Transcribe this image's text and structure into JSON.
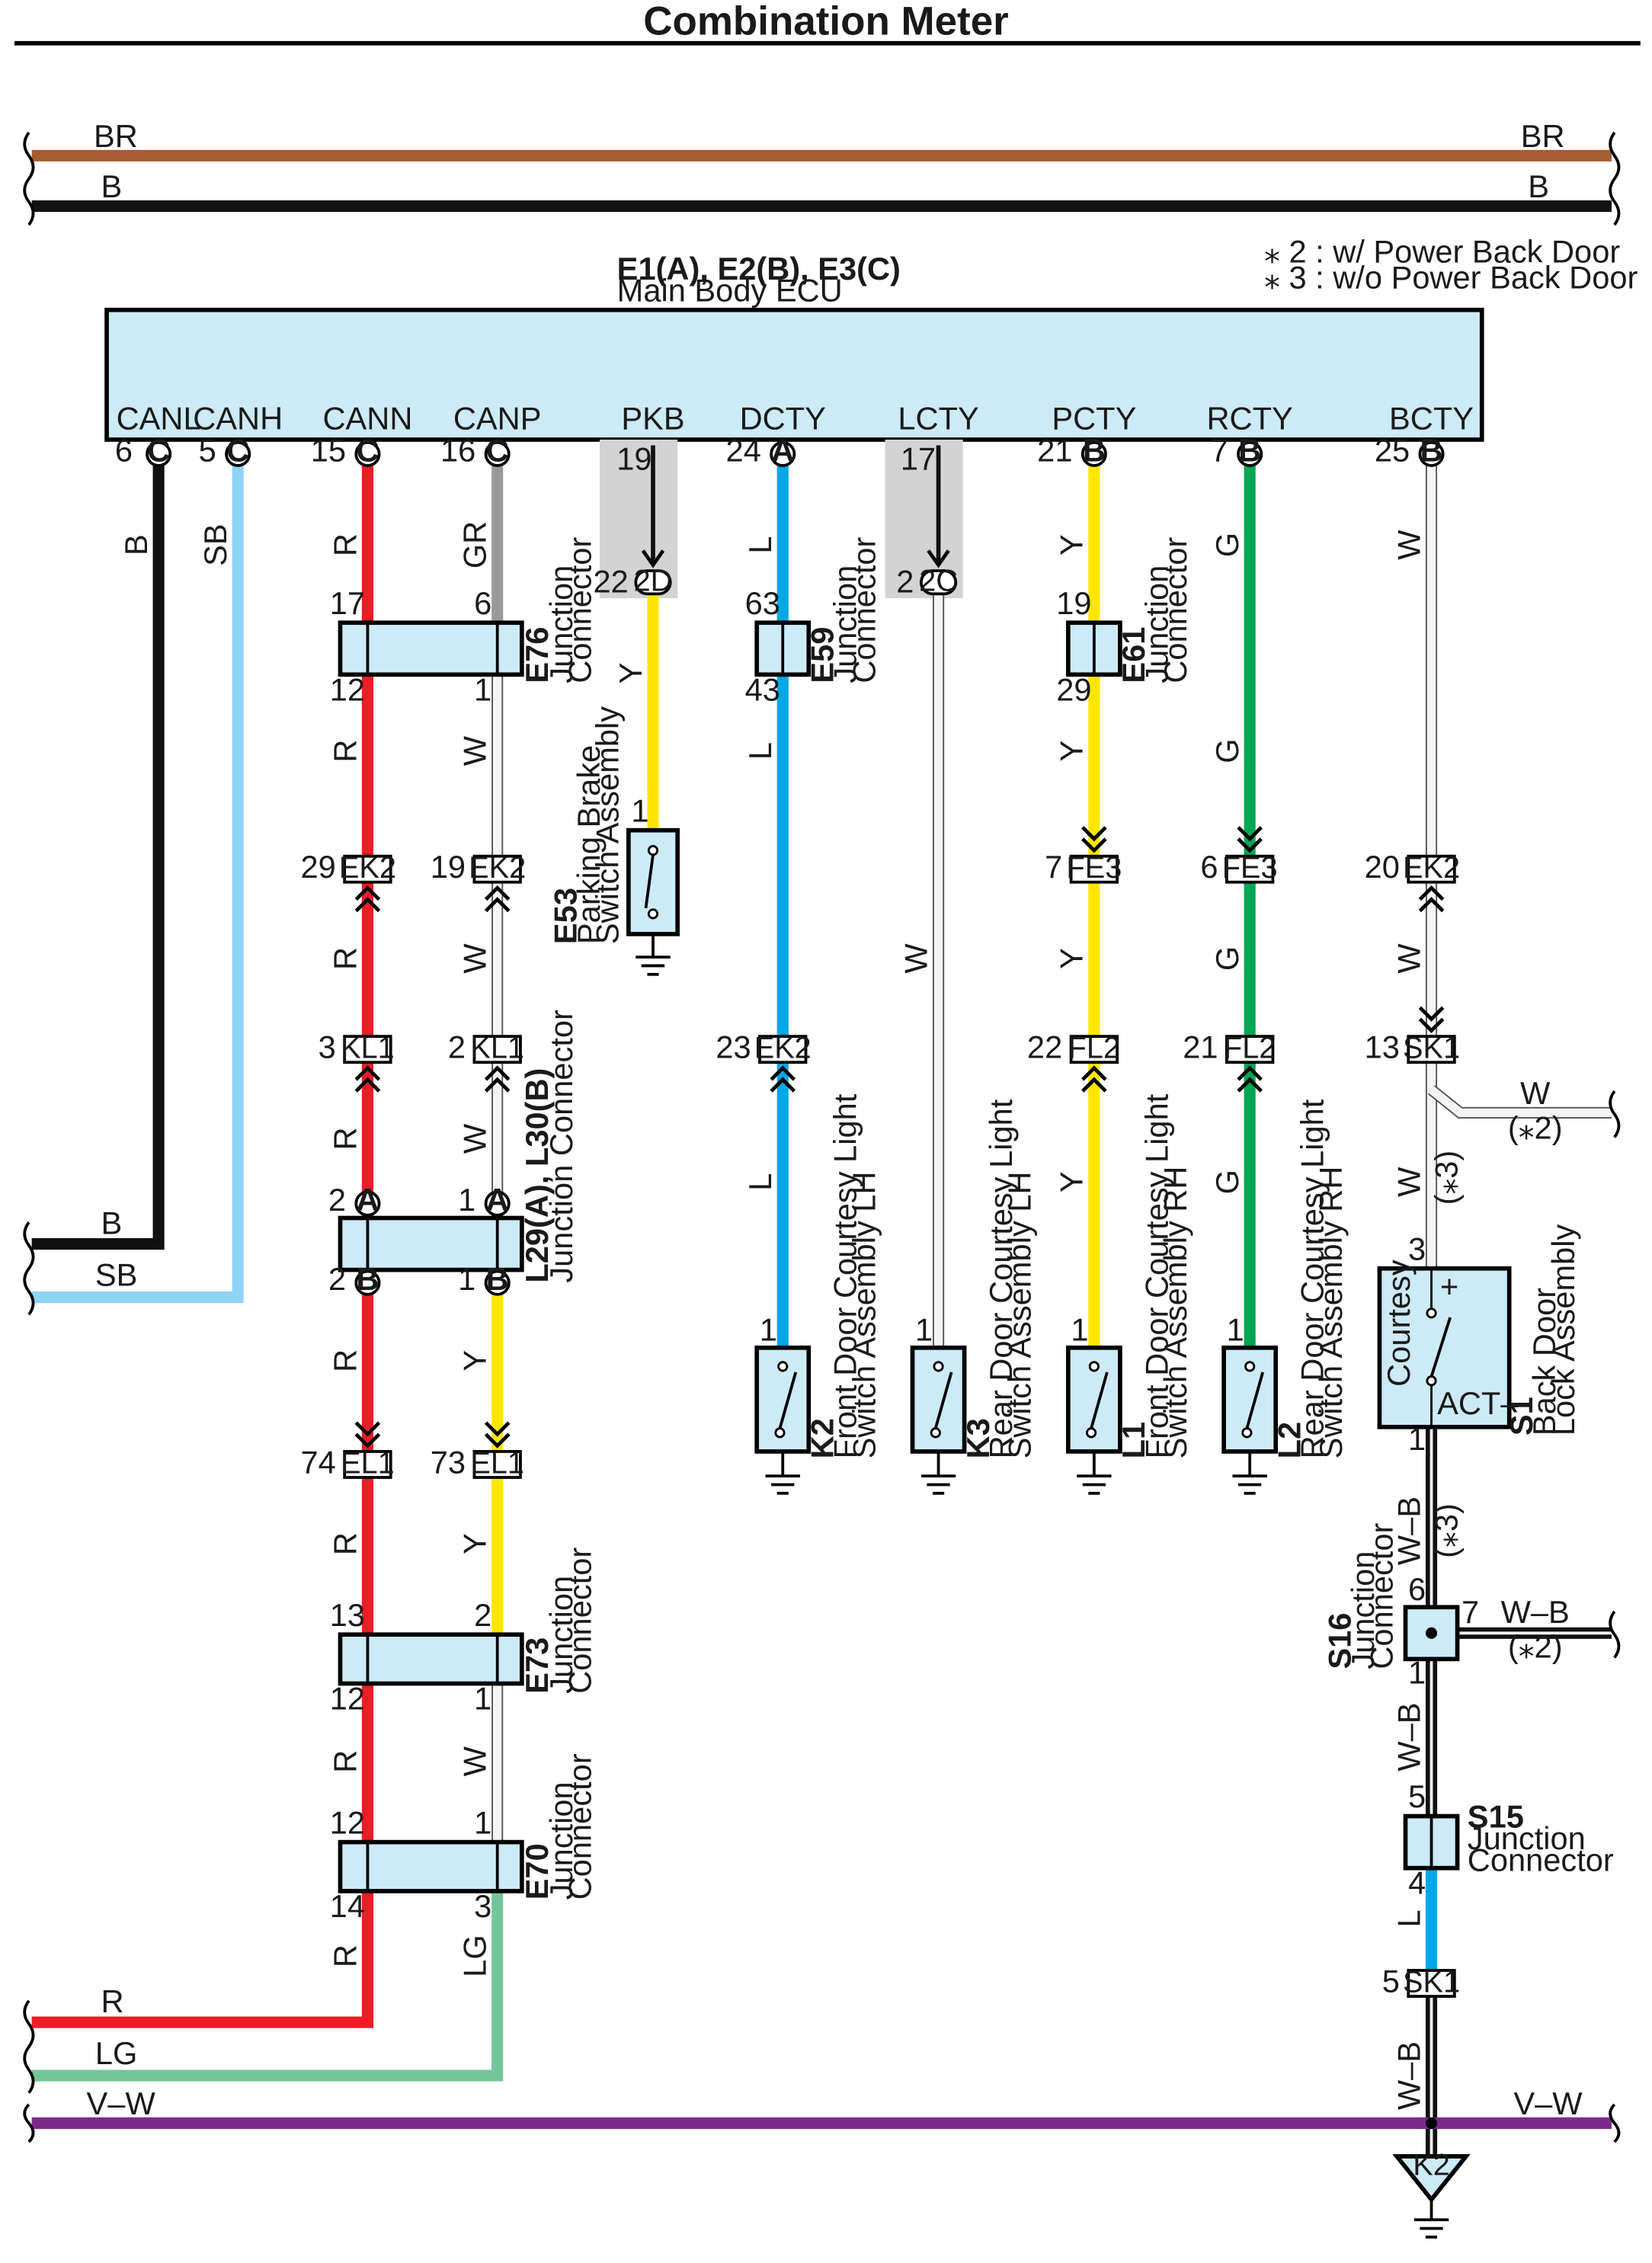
{
  "title": "Combination Meter",
  "ecu": {
    "name": "E1(A), E2(B), E3(C)",
    "desc": "Main Body ECU",
    "fill": "#cdeaf7"
  },
  "notes": [
    "⁎ 2 : w/ Power Back Door",
    "⁎ 3 : w/o Power Back Door"
  ],
  "colors": {
    "R": "#ee1c25",
    "B": "#111111",
    "SB": "#8fd3f5",
    "GR": "#9a9a9a",
    "W": "#e8e8e8",
    "Y": "#ffe600",
    "L": "#00a8e6",
    "G": "#00a651",
    "BR": "#a65c32",
    "LG": "#74c69a",
    "V-W": "#7b2a8c",
    "component_fill": "#cdeaf7",
    "shade": "#d3d3d3"
  },
  "buses": [
    {
      "label_left": "BR",
      "label_right": "BR"
    },
    {
      "label_left": "B",
      "label_right": "B"
    },
    {
      "label_left": "B"
    },
    {
      "label_left": "SB"
    },
    {
      "label_left": "R"
    },
    {
      "label_left": "LG"
    },
    {
      "label_left": "V–W",
      "label_right": "V–W"
    }
  ],
  "ecu_terminals": [
    {
      "name": "CANL",
      "pin": "6",
      "conn": "C"
    },
    {
      "name": "CANH",
      "pin": "5",
      "conn": "C"
    },
    {
      "name": "CANN",
      "pin": "15",
      "conn": "C"
    },
    {
      "name": "CANP",
      "pin": "16",
      "conn": "C"
    },
    {
      "name": "PKB",
      "pin": "19"
    },
    {
      "name": "DCTY",
      "pin": "24",
      "conn": "A"
    },
    {
      "name": "LCTY",
      "pin": "17"
    },
    {
      "name": "PCTY",
      "pin": "21",
      "conn": "B"
    },
    {
      "name": "RCTY",
      "pin": "7",
      "conn": "B"
    },
    {
      "name": "BCTY",
      "pin": "25",
      "conn": "B"
    }
  ],
  "pass_connectors": [
    {
      "ref": "2D",
      "pin": "22"
    },
    {
      "ref": "2C",
      "pin": "2"
    }
  ],
  "connectors": [
    {
      "id": "E76",
      "desc": [
        "Junction",
        "Connector"
      ],
      "pins": [
        "17",
        "6",
        "12",
        "1"
      ]
    },
    {
      "id": "E59",
      "desc": [
        "Junction",
        "Connector"
      ],
      "pins": [
        "63",
        "43"
      ]
    },
    {
      "id": "E61",
      "desc": [
        "Junction",
        "Connector"
      ],
      "pins": [
        "19",
        "29"
      ]
    },
    {
      "id": "L29(A), L30(B)",
      "desc": [
        "Junction Connector"
      ],
      "pins": [
        "2",
        "1",
        "2",
        "1"
      ],
      "conn": [
        "A",
        "A",
        "B",
        "B"
      ]
    },
    {
      "id": "E73",
      "desc": [
        "Junction",
        "Connector"
      ],
      "pins": [
        "13",
        "2",
        "12",
        "1"
      ]
    },
    {
      "id": "E70",
      "desc": [
        "Junction",
        "Connector"
      ],
      "pins": [
        "12",
        "1",
        "14",
        "3"
      ]
    },
    {
      "id": "S16",
      "desc": [
        "Junction",
        "Connector"
      ],
      "pins": [
        "6",
        "7",
        "1"
      ]
    },
    {
      "id": "S15",
      "desc": [
        "Junction",
        "Connector"
      ],
      "pins": [
        "5",
        "4"
      ]
    }
  ],
  "inline_connectors": [
    {
      "ref": "EK2",
      "pin": "29"
    },
    {
      "ref": "EK2",
      "pin": "19"
    },
    {
      "ref": "FE3",
      "pin": "7"
    },
    {
      "ref": "FE3",
      "pin": "6"
    },
    {
      "ref": "EK2",
      "pin": "20"
    },
    {
      "ref": "KL1",
      "pin": "3"
    },
    {
      "ref": "KL1",
      "pin": "2"
    },
    {
      "ref": "EK2",
      "pin": "23"
    },
    {
      "ref": "FL2",
      "pin": "22"
    },
    {
      "ref": "FL2",
      "pin": "21"
    },
    {
      "ref": "SK1",
      "pin": "13"
    },
    {
      "ref": "EL1",
      "pin": "74"
    },
    {
      "ref": "EL1",
      "pin": "73"
    },
    {
      "ref": "SK1",
      "pin": "5"
    }
  ],
  "switches": [
    {
      "id": "E53",
      "desc": [
        "Parking Brake",
        "Switch Assembly"
      ],
      "pin": "1"
    },
    {
      "id": "K2",
      "desc": [
        "Front Door Courtesy Light",
        "Switch Assembly LH"
      ],
      "pin": "1"
    },
    {
      "id": "K3",
      "desc": [
        "Rear Door Courtesy Light",
        "Switch Assembly LH"
      ],
      "pin": "1"
    },
    {
      "id": "L1",
      "desc": [
        "Front Door Courtesy Light",
        "Switch Assembly RH"
      ],
      "pin": "1"
    },
    {
      "id": "L2",
      "desc": [
        "Rear Door Courtesy Light",
        "Switch Assembly RH"
      ],
      "pin": "1"
    }
  ],
  "lock": {
    "id": "S1",
    "desc": [
      "Back Door",
      "Lock Assembly"
    ],
    "inner": "Courtesy",
    "plus": "+",
    "act": "ACT–",
    "pin_top": "3",
    "pin_bottom": "1"
  },
  "ground_point": {
    "ref": "K2"
  },
  "wire_labels": {
    "canl": "B",
    "canh": "SB",
    "cann": [
      "R",
      "R",
      "R",
      "R",
      "R",
      "R",
      "R",
      "R"
    ],
    "canp": [
      "GR",
      "W",
      "W",
      "W",
      "Y",
      "Y",
      "W",
      "LG"
    ],
    "pkb": "Y",
    "dcty": [
      "L",
      "L",
      "L"
    ],
    "lcty": "W",
    "pcty": [
      "Y",
      "Y",
      "Y",
      "Y"
    ],
    "rcty": [
      "G",
      "G",
      "G",
      "G"
    ],
    "bcty": [
      "W",
      "W",
      "W"
    ],
    "branch1": "W",
    "branch1_note": "(⁎2)",
    "bcty_note": "(⁎3)",
    "wb1": "W–B",
    "wb1_note": "(⁎3)",
    "branch2": "W–B",
    "branch2_note": "(⁎2)",
    "wb2": "W–B",
    "s15_out": "L",
    "wb3": "W–B"
  }
}
